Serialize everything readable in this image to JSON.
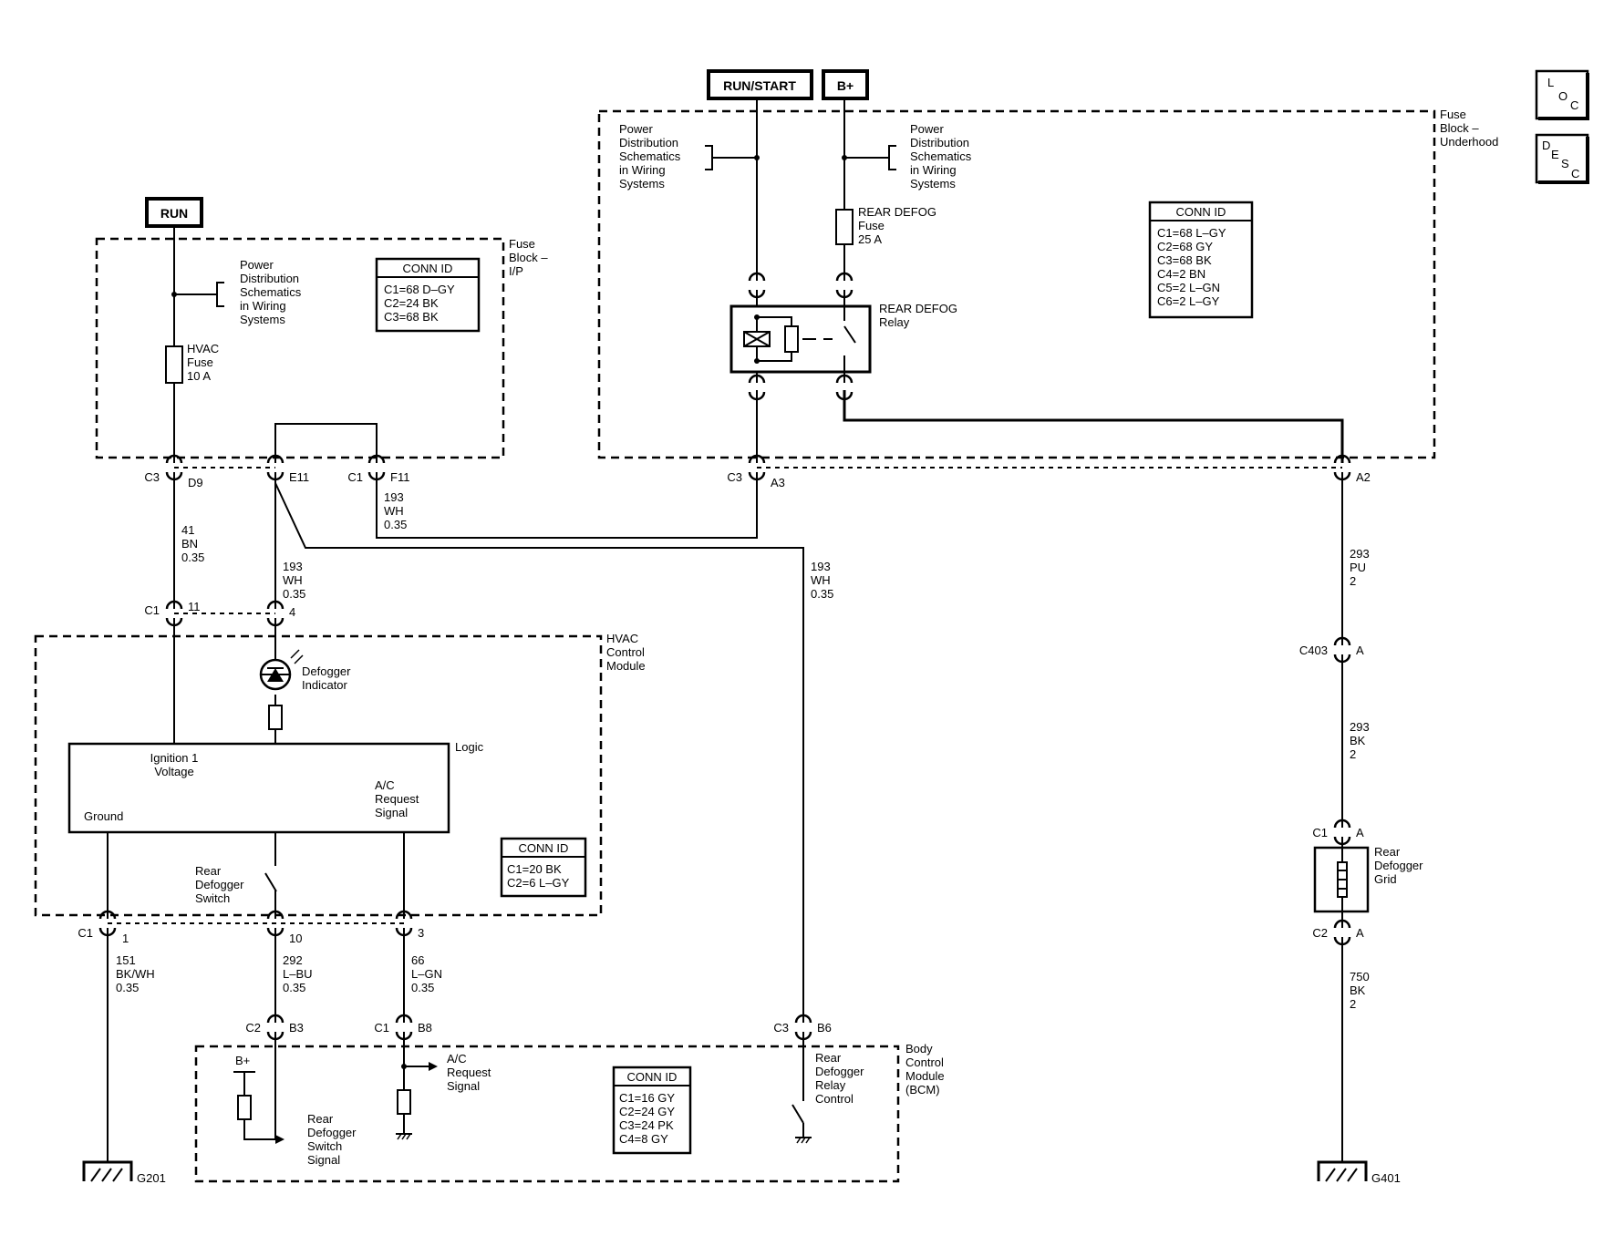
{
  "sources": {
    "run": "RUN",
    "run_start": "RUN/START",
    "bplus": "B+"
  },
  "nav": {
    "loc": [
      "L",
      "O",
      "C"
    ],
    "desc": [
      "D",
      "E",
      "S",
      "C"
    ]
  },
  "boxes": {
    "fuse_ip": [
      "Fuse",
      "Block –",
      "I/P"
    ],
    "fuse_uh": [
      "Fuse",
      "Block –",
      "Underhood"
    ],
    "hvac": [
      "HVAC",
      "Control",
      "Module"
    ],
    "bcm": [
      "Body",
      "Control",
      "Module",
      "(BCM)"
    ]
  },
  "pds_left": [
    "Power",
    "Distribution",
    "Schematics",
    "in Wiring",
    "Systems"
  ],
  "pds_mid": [
    "Power",
    "Distribution",
    "Schematics",
    "in Wiring",
    "Systems"
  ],
  "pds_right": [
    "Power",
    "Distribution",
    "Schematics",
    "in Wiring",
    "Systems"
  ],
  "conn_ids": {
    "fuse_ip": {
      "title": "CONN ID",
      "rows": [
        "C1=68 D–GY",
        "C2=24 BK",
        "C3=68 BK"
      ]
    },
    "fuse_uh": {
      "title": "CONN ID",
      "rows": [
        "C1=68 L–GY",
        "C2=68 GY",
        "C3=68 BK",
        "C4=2 BN",
        "C5=2 L–GN",
        "C6=2 L–GY"
      ]
    },
    "hvac": {
      "title": "CONN ID",
      "rows": [
        "C1=20 BK",
        "C2=6 L–GY"
      ]
    },
    "bcm": {
      "title": "CONN ID",
      "rows": [
        "C1=16 GY",
        "C2=24 GY",
        "C3=24 PK",
        "C4=8 GY"
      ]
    }
  },
  "components": {
    "hvac_fuse": [
      "HVAC",
      "Fuse",
      "10 A"
    ],
    "rear_defog_fuse": [
      "REAR DEFOG",
      "Fuse",
      "25 A"
    ],
    "rear_defog_relay": [
      "REAR DEFOG",
      "Relay"
    ],
    "defogger_indicator": [
      "Defogger",
      "Indicator"
    ],
    "logic": "Logic",
    "ignition": [
      "Ignition 1",
      "Voltage"
    ],
    "ground": "Ground",
    "ac_request_hvac": [
      "A/C",
      "Request",
      "Signal"
    ],
    "rear_defogger_switch": [
      "Rear",
      "Defogger",
      "Switch"
    ],
    "ac_request_bcm": [
      "A/C",
      "Request",
      "Signal"
    ],
    "rear_defogger_switch_signal": [
      "Rear",
      "Defogger",
      "Switch",
      "Signal"
    ],
    "rear_defogger_relay_control": [
      "Rear",
      "Defogger",
      "Relay",
      "Control"
    ],
    "bcm_bplus": "B+",
    "rear_defogger_grid": [
      "Rear",
      "Defogger",
      "Grid"
    ]
  },
  "connectors": {
    "c3_d9": [
      "C3",
      "D9"
    ],
    "e11": "E11",
    "c1_f11": [
      "C1",
      "F11"
    ],
    "c3_a3": [
      "C3",
      "A3"
    ],
    "a2": "A2",
    "c1_11": [
      "C1",
      "11"
    ],
    "pin4": "4",
    "c1_1": [
      "C1",
      "1"
    ],
    "pin10": "10",
    "pin3": "3",
    "c2_b3": [
      "C2",
      "B3"
    ],
    "c1_b8": [
      "C1",
      "B8"
    ],
    "c3_b6": [
      "C3",
      "B6"
    ],
    "c403_a": [
      "C403",
      "A"
    ],
    "c1_a": [
      "C1",
      "A"
    ],
    "c2_a": [
      "C2",
      "A"
    ]
  },
  "wires": {
    "w41": [
      "41",
      "BN",
      "0.35"
    ],
    "w193_left": [
      "193",
      "WH",
      "0.35"
    ],
    "w193_top": [
      "193",
      "WH",
      "0.35"
    ],
    "w193_right": [
      "193",
      "WH",
      "0.35"
    ],
    "w293_pu": [
      "293",
      "PU",
      "2"
    ],
    "w293_bk": [
      "293",
      "BK",
      "2"
    ],
    "w151": [
      "151",
      "BK/WH",
      "0.35"
    ],
    "w292": [
      "292",
      "L–BU",
      "0.35"
    ],
    "w66": [
      "66",
      "L–GN",
      "0.35"
    ],
    "w750": [
      "750",
      "BK",
      "2"
    ]
  },
  "grounds": {
    "g201": "G201",
    "g401": "G401"
  }
}
